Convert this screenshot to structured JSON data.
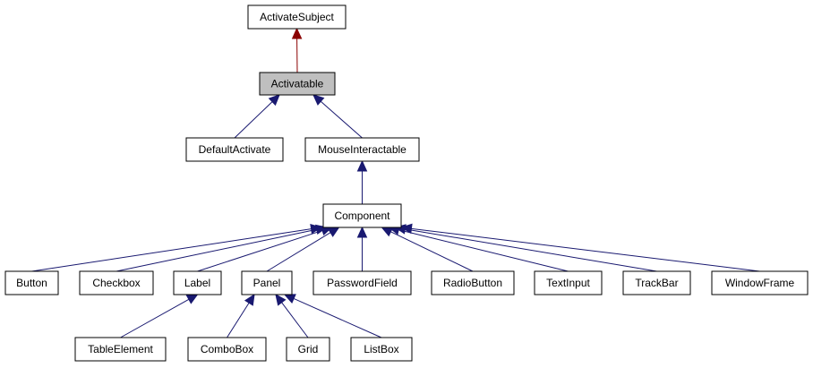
{
  "colors": {
    "background": "#ffffff",
    "highlight_fill": "#bfbfbf",
    "node_border": "#000000",
    "inherit_edge": "#191970",
    "subject_edge": "#8b0000"
  },
  "nodes": {
    "activate_subject": "ActivateSubject",
    "activatable": "Activatable",
    "default_activate": "DefaultActivate",
    "mouse_interactable": "MouseInteractable",
    "component": "Component",
    "button": "Button",
    "checkbox": "Checkbox",
    "label": "Label",
    "panel": "Panel",
    "password_field": "PasswordField",
    "radio_button": "RadioButton",
    "text_input": "TextInput",
    "track_bar": "TrackBar",
    "window_frame": "WindowFrame",
    "table_element": "TableElement",
    "combo_box": "ComboBox",
    "grid": "Grid",
    "list_box": "ListBox"
  },
  "edges": [
    {
      "from": "activatable",
      "to": "activate_subject",
      "kind": "subject"
    },
    {
      "from": "default_activate",
      "to": "activatable",
      "kind": "inherit"
    },
    {
      "from": "mouse_interactable",
      "to": "activatable",
      "kind": "inherit"
    },
    {
      "from": "component",
      "to": "mouse_interactable",
      "kind": "inherit"
    },
    {
      "from": "button",
      "to": "component",
      "kind": "inherit"
    },
    {
      "from": "checkbox",
      "to": "component",
      "kind": "inherit"
    },
    {
      "from": "label",
      "to": "component",
      "kind": "inherit"
    },
    {
      "from": "panel",
      "to": "component",
      "kind": "inherit"
    },
    {
      "from": "password_field",
      "to": "component",
      "kind": "inherit"
    },
    {
      "from": "radio_button",
      "to": "component",
      "kind": "inherit"
    },
    {
      "from": "text_input",
      "to": "component",
      "kind": "inherit"
    },
    {
      "from": "track_bar",
      "to": "component",
      "kind": "inherit"
    },
    {
      "from": "window_frame",
      "to": "component",
      "kind": "inherit"
    },
    {
      "from": "table_element",
      "to": "label",
      "kind": "inherit"
    },
    {
      "from": "combo_box",
      "to": "panel",
      "kind": "inherit"
    },
    {
      "from": "grid",
      "to": "panel",
      "kind": "inherit"
    },
    {
      "from": "list_box",
      "to": "panel",
      "kind": "inherit"
    }
  ]
}
